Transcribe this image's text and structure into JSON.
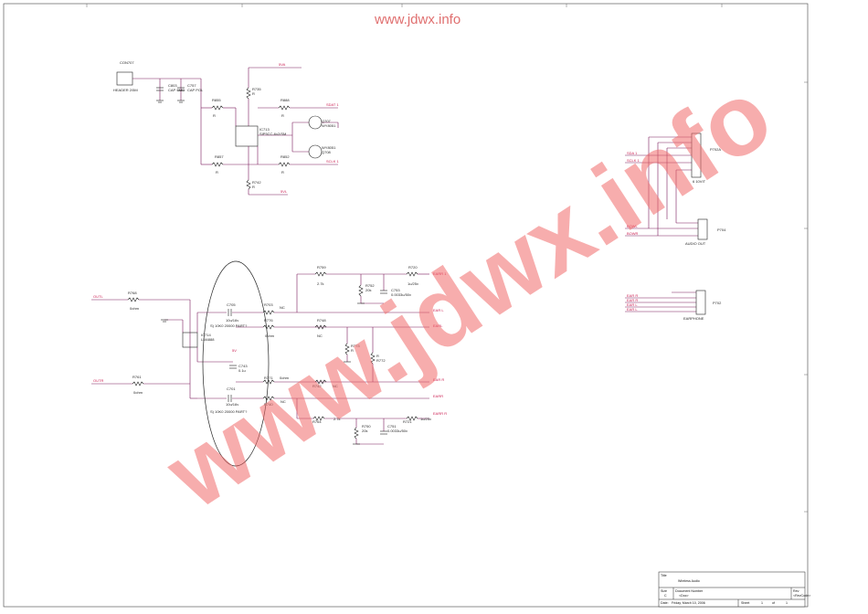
{
  "watermark": {
    "top": "www.jdwx.info",
    "diagonal": "www.jdwx.info"
  },
  "components": {
    "con707": {
      "ref": "CON707",
      "value": "HEADER 2/5M"
    },
    "c803": {
      "ref": "C803",
      "value": "CAP SMD"
    },
    "c757": {
      "ref": "C757",
      "value": "CAP POL"
    },
    "r855": {
      "ref": "R855",
      "value": "R"
    },
    "r735": {
      "ref": "R735",
      "value": "R"
    },
    "r888": {
      "ref": "R888",
      "value": "R"
    },
    "ic713": {
      "ref": "IC713",
      "value": "SIP5CC-6x2/SM"
    },
    "q707": {
      "ref": "Q707",
      "value": "WY8051"
    },
    "q708": {
      "ref": "Q708",
      "value": "WY8051"
    },
    "r857": {
      "ref": "R857",
      "value": "R"
    },
    "r852": {
      "ref": "R852",
      "value": "R"
    },
    "r742": {
      "ref": "R742",
      "value": "R"
    },
    "r759": {
      "ref": "R759",
      "value": "2.7k"
    },
    "r752": {
      "ref": "R752",
      "value": "20k"
    },
    "c753": {
      "ref": "C753",
      "value": "0.0033u/50v"
    },
    "r720": {
      "ref": "R720",
      "value": "1u/25v"
    },
    "r768": {
      "ref": "R768",
      "value": "0ohm"
    },
    "c705": {
      "ref": "C705",
      "value": "10u/16v"
    },
    "r703": {
      "ref": "R703",
      "value": "NC"
    },
    "r776": {
      "ref": "R776",
      "value": "0ohm"
    },
    "r748": {
      "ref": "R748",
      "value": "NC"
    },
    "ic714": {
      "ref": "IC714",
      "value": "LM4888"
    },
    "r761": {
      "ref": "R761",
      "value": "0ohm"
    },
    "c743": {
      "ref": "C743",
      "value": "0.1u"
    },
    "r773": {
      "ref": "R773",
      "value": "R"
    },
    "r772": {
      "ref": "R772",
      "value": "R"
    },
    "r771": {
      "ref": "R771",
      "value": "0ohm"
    },
    "r742b": {
      "ref": "R742",
      "value": "NC"
    },
    "c701": {
      "ref": "C701",
      "value": "10u/16v"
    },
    "r740": {
      "ref": "R740",
      "value": "NC"
    },
    "r764": {
      "ref": "R764",
      "value": "2.7k"
    },
    "r750": {
      "ref": "R750",
      "value": "20k"
    },
    "c751": {
      "ref": "C751",
      "value": "0.0033u/50v"
    },
    "r721": {
      "ref": "R721",
      "value": "1u/25v"
    },
    "p702a": {
      "ref": "P702A",
      "value": "6 10VIT"
    },
    "p704": {
      "ref": "P704",
      "value": "AUDIO OUT"
    },
    "p702": {
      "ref": "P702",
      "value": "EARPHONE"
    }
  },
  "notes": {
    "ellipse_top": "S) 10K0 20000 PART?",
    "ellipse_bottom": "S) 10K0 20000 PART?"
  },
  "nets": {
    "top_5v": "5VA",
    "sda": "SDAT 1",
    "scl": "SCLK 1",
    "gnd_top": "5VL",
    "ear_l_in": "OUTL",
    "ear_r_in": "OUTR",
    "earr_top": "EARR 1",
    "ear_l": "EAR L",
    "earl": "EARL",
    "ear_r": "EAR R",
    "earrr": "EARR",
    "earr_b": "EARR R",
    "p702a_sda": "SDA 1",
    "p702a_scl": "SCLK 1",
    "audio_l": "BOWL",
    "audio_r": "BOWR",
    "ep1": "EAR R",
    "ep2": "EAR R",
    "ep3": "EAR L",
    "ep4": "EAR L",
    "vcc": "5V"
  },
  "title_block": {
    "title_label": "Title",
    "title": "Wireless Audio",
    "size_label": "Size",
    "size": "C",
    "doc_label": "Document Number",
    "doc": "<Doc>",
    "rev_label": "Rev",
    "rev": "<RevCode>",
    "date_label": "Date:",
    "date": "Friday, March 10, 2006",
    "sheet_label": "Sheet",
    "sheet": "1",
    "of_label": "of",
    "of": "1"
  }
}
